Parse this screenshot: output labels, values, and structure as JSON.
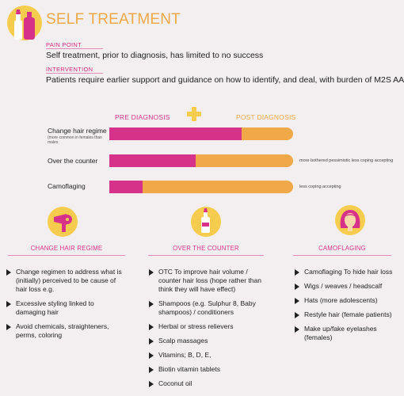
{
  "header": {
    "title": "SELF TREATMENT",
    "pain_point_label": "PAIN POINT",
    "pain_point_text": "Self treatment, prior to diagnosis, has limited to no success",
    "intervention_label": "INTERVENTION",
    "intervention_text": "Patients require earlier support and guidance on how to identify, and deal, with burden of M2S AA"
  },
  "comparison": {
    "pre_label": "PRE DIAGNOSIS",
    "post_label": "POST DIAGNOSIS",
    "rows": [
      {
        "label": "Change hair regime",
        "sub": "(more common in females than males",
        "pre_fraction": 0.72,
        "note": ""
      },
      {
        "label": "Over the counter",
        "sub": "",
        "pre_fraction": 0.47,
        "note": "more bothered pessimistic less coping accepting"
      },
      {
        "label": "Camoflaging",
        "sub": "",
        "pre_fraction": 0.18,
        "note": "less coping accepting"
      }
    ]
  },
  "categories": [
    {
      "title": "CHANGE HAIR REGIME",
      "icon": "hair-dryer-icon",
      "items": [
        "Change regimen to address what is (initially) perceived to be cause of hair loss e.g.",
        "Excessive styling linked to damaging hair",
        "Avoid chemicals, straighteners, perms, coloring"
      ]
    },
    {
      "title": "OVER THE COUNTER",
      "icon": "bottle-icon",
      "items": [
        "OTC To improve hair volume / counter hair loss (hope rather than think they will have effect)",
        "Shampoos (e.g. Sulphur 8, Baby shampoos) / conditioners",
        "Herbal or stress relievers",
        "Scalp massages",
        "Vitamins; B, D, E,",
        "Biotin vitamin tablets",
        "Coconut oil"
      ]
    },
    {
      "title": "CAMOFLAGING",
      "icon": "woman-hair-icon",
      "items": [
        "Camoflaging To hide hair loss",
        "Wigs / weaves / headscalf",
        "Hats (more adolescents)",
        "Restyle hair (female patients)",
        "Make up/fake eyelashes (females)"
      ]
    }
  ],
  "colors": {
    "pink": "#d7328a",
    "orange": "#f0a848",
    "yellow": "#f6cc4f"
  }
}
